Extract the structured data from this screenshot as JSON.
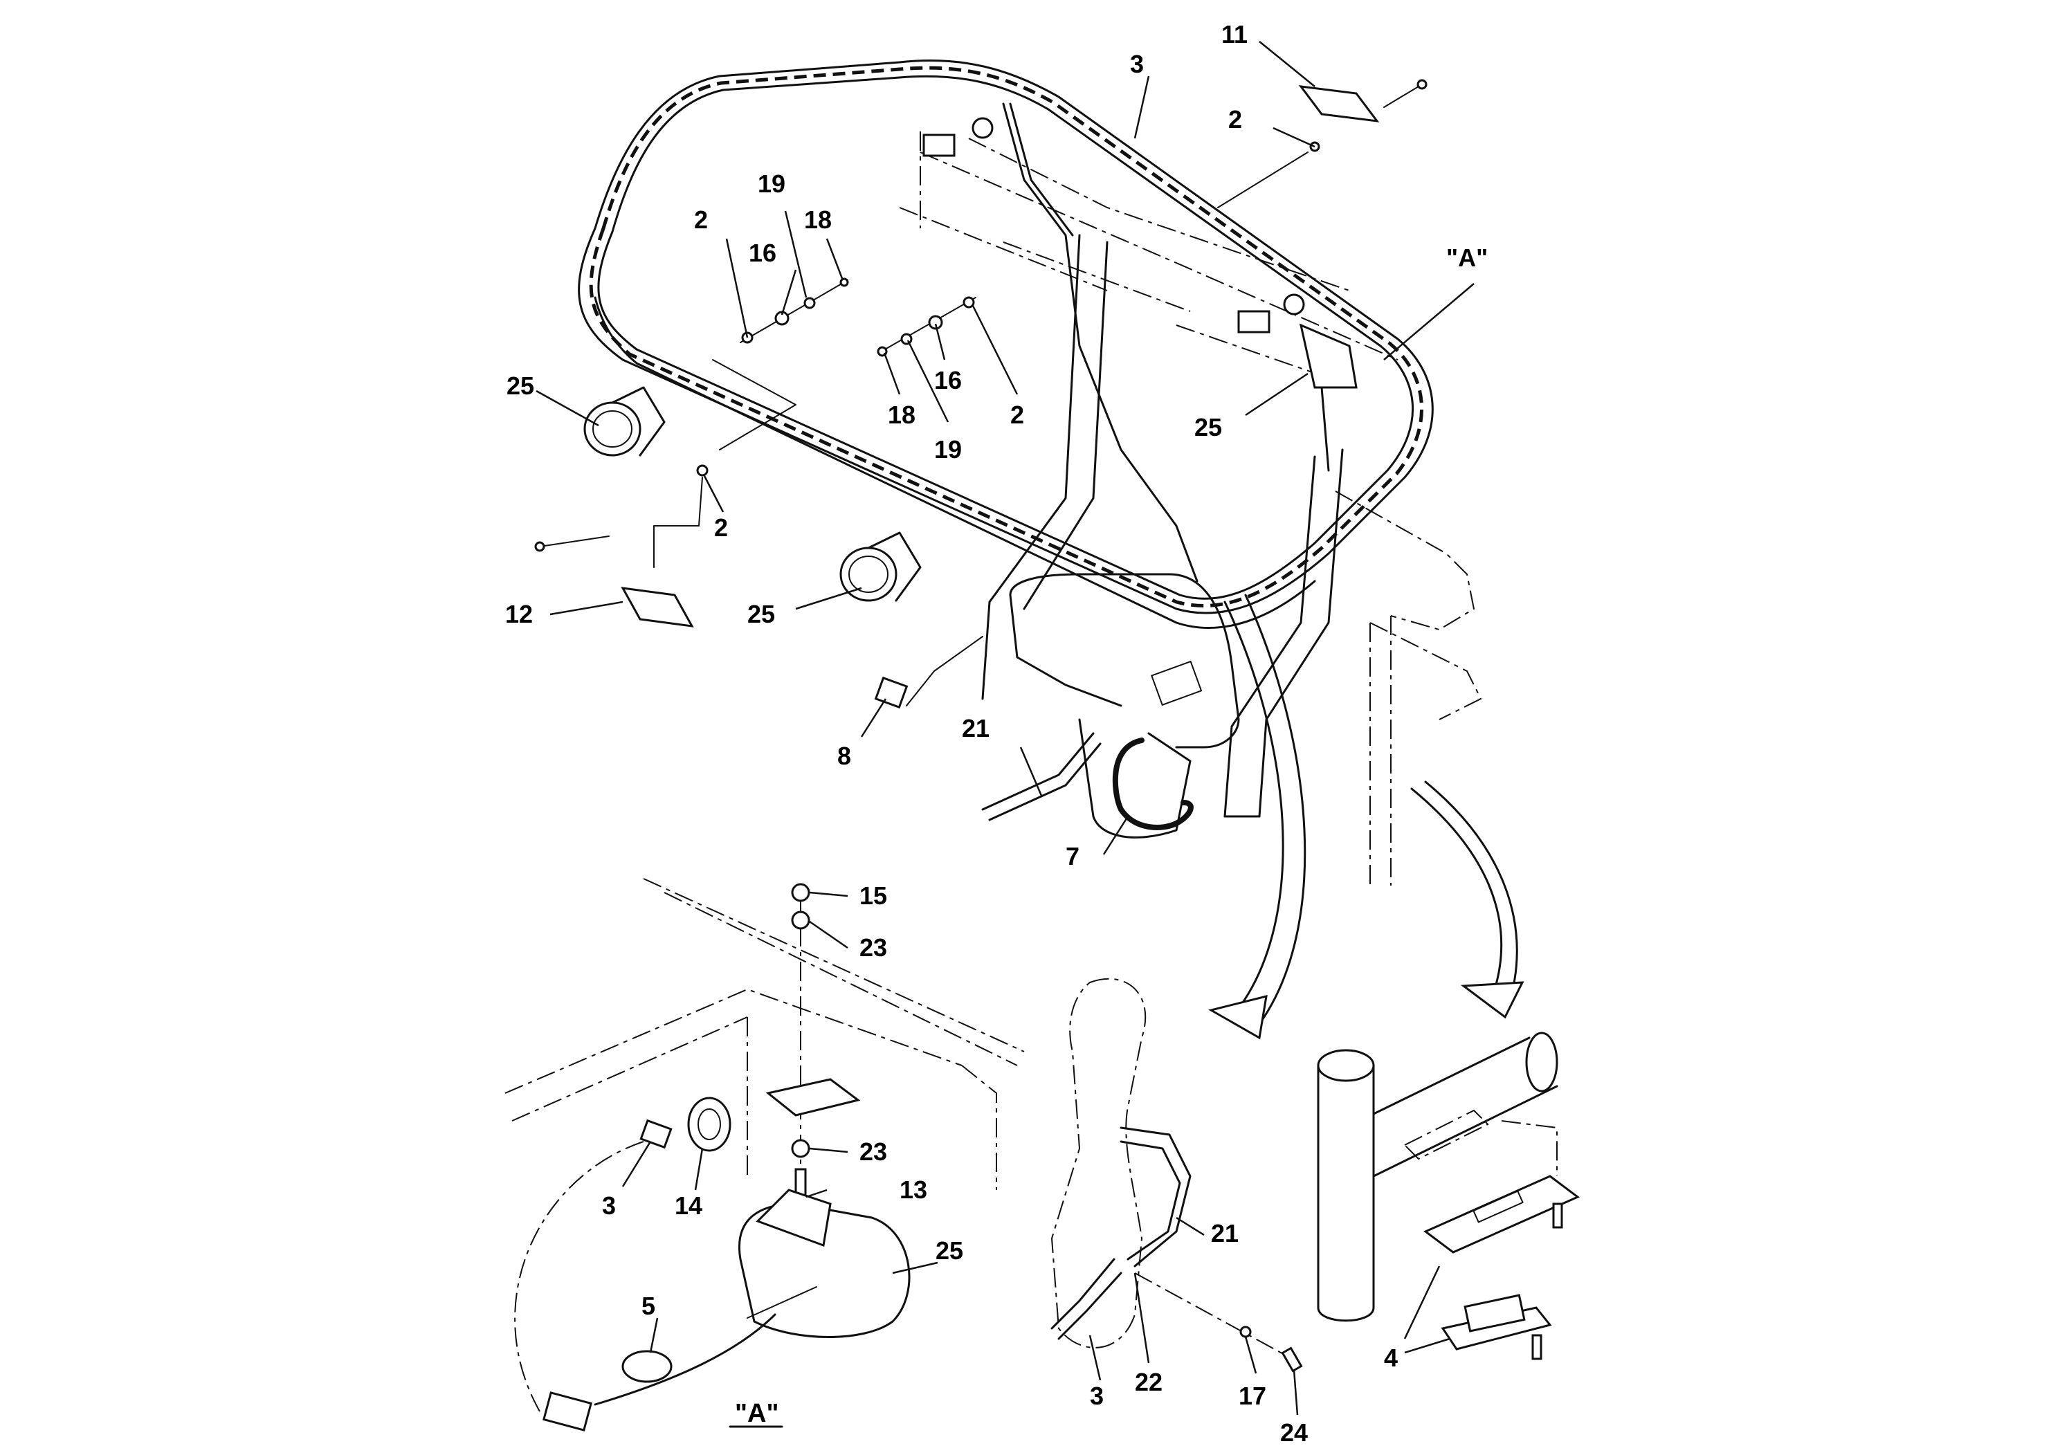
{
  "callouts": [
    {
      "id": "c11",
      "text": "11"
    },
    {
      "id": "c3a",
      "text": "3"
    },
    {
      "id": "c2a",
      "text": "2"
    },
    {
      "id": "cA1",
      "text": "\"A\""
    },
    {
      "id": "c19a",
      "text": "19"
    },
    {
      "id": "c18a",
      "text": "18"
    },
    {
      "id": "c2b",
      "text": "2"
    },
    {
      "id": "c16a",
      "text": "16"
    },
    {
      "id": "c16b",
      "text": "16"
    },
    {
      "id": "c18b",
      "text": "18"
    },
    {
      "id": "c2c",
      "text": "2"
    },
    {
      "id": "c19b",
      "text": "19"
    },
    {
      "id": "c25a",
      "text": "25"
    },
    {
      "id": "c25b",
      "text": "25"
    },
    {
      "id": "c2d",
      "text": "2"
    },
    {
      "id": "c12",
      "text": "12"
    },
    {
      "id": "c25c",
      "text": "25"
    },
    {
      "id": "c8",
      "text": "8"
    },
    {
      "id": "c21a",
      "text": "21"
    },
    {
      "id": "c7",
      "text": "7"
    },
    {
      "id": "c15",
      "text": "15"
    },
    {
      "id": "c23a",
      "text": "23"
    },
    {
      "id": "c23b",
      "text": "23"
    },
    {
      "id": "c13",
      "text": "13"
    },
    {
      "id": "c3b",
      "text": "3"
    },
    {
      "id": "c14",
      "text": "14"
    },
    {
      "id": "c25d",
      "text": "25"
    },
    {
      "id": "c5",
      "text": "5"
    },
    {
      "id": "c21b",
      "text": "21"
    },
    {
      "id": "c22",
      "text": "22"
    },
    {
      "id": "c3c",
      "text": "3"
    },
    {
      "id": "c17",
      "text": "17"
    },
    {
      "id": "c24",
      "text": "24"
    },
    {
      "id": "c4",
      "text": "4"
    }
  ],
  "detail_view_label": "\"A\"",
  "icons": [
    "bolt-icon",
    "washer-icon",
    "connector-icon",
    "lamp-icon",
    "switch-icon"
  ]
}
